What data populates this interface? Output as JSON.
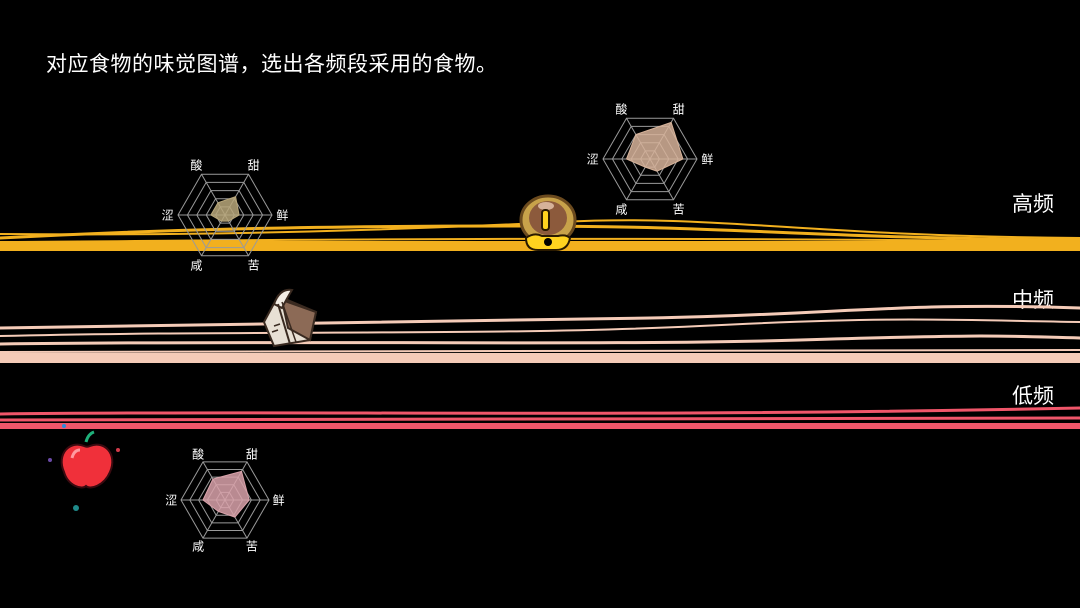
{
  "instruction": "对应食物的味觉图谱，选出各频段采用的食物。",
  "bands": {
    "high": {
      "label": "高频",
      "color": "#F2B01E"
    },
    "mid": {
      "label": "中频",
      "color": "#F5CBB8"
    },
    "low": {
      "label": "低频",
      "color": "#F0566A"
    }
  },
  "taste_axes": [
    "甜",
    "鲜",
    "苦",
    "咸",
    "涩",
    "酸"
  ],
  "radars": [
    {
      "id": "radar-1",
      "fill": "#B9A77A",
      "values": [
        0.45,
        0.3,
        0.15,
        0.15,
        0.3,
        0.3
      ]
    },
    {
      "id": "radar-2",
      "fill": "#D7B39A",
      "values": [
        0.9,
        0.7,
        0.3,
        0.2,
        0.5,
        0.6
      ]
    },
    {
      "id": "radar-3",
      "fill": "#D9A2AA",
      "values": [
        0.75,
        0.55,
        0.45,
        0.3,
        0.5,
        0.55
      ]
    }
  ],
  "foods": {
    "cereal": "grain-bag-icon",
    "drink": "honey-jar-icon",
    "fruit": "apple-icon"
  }
}
